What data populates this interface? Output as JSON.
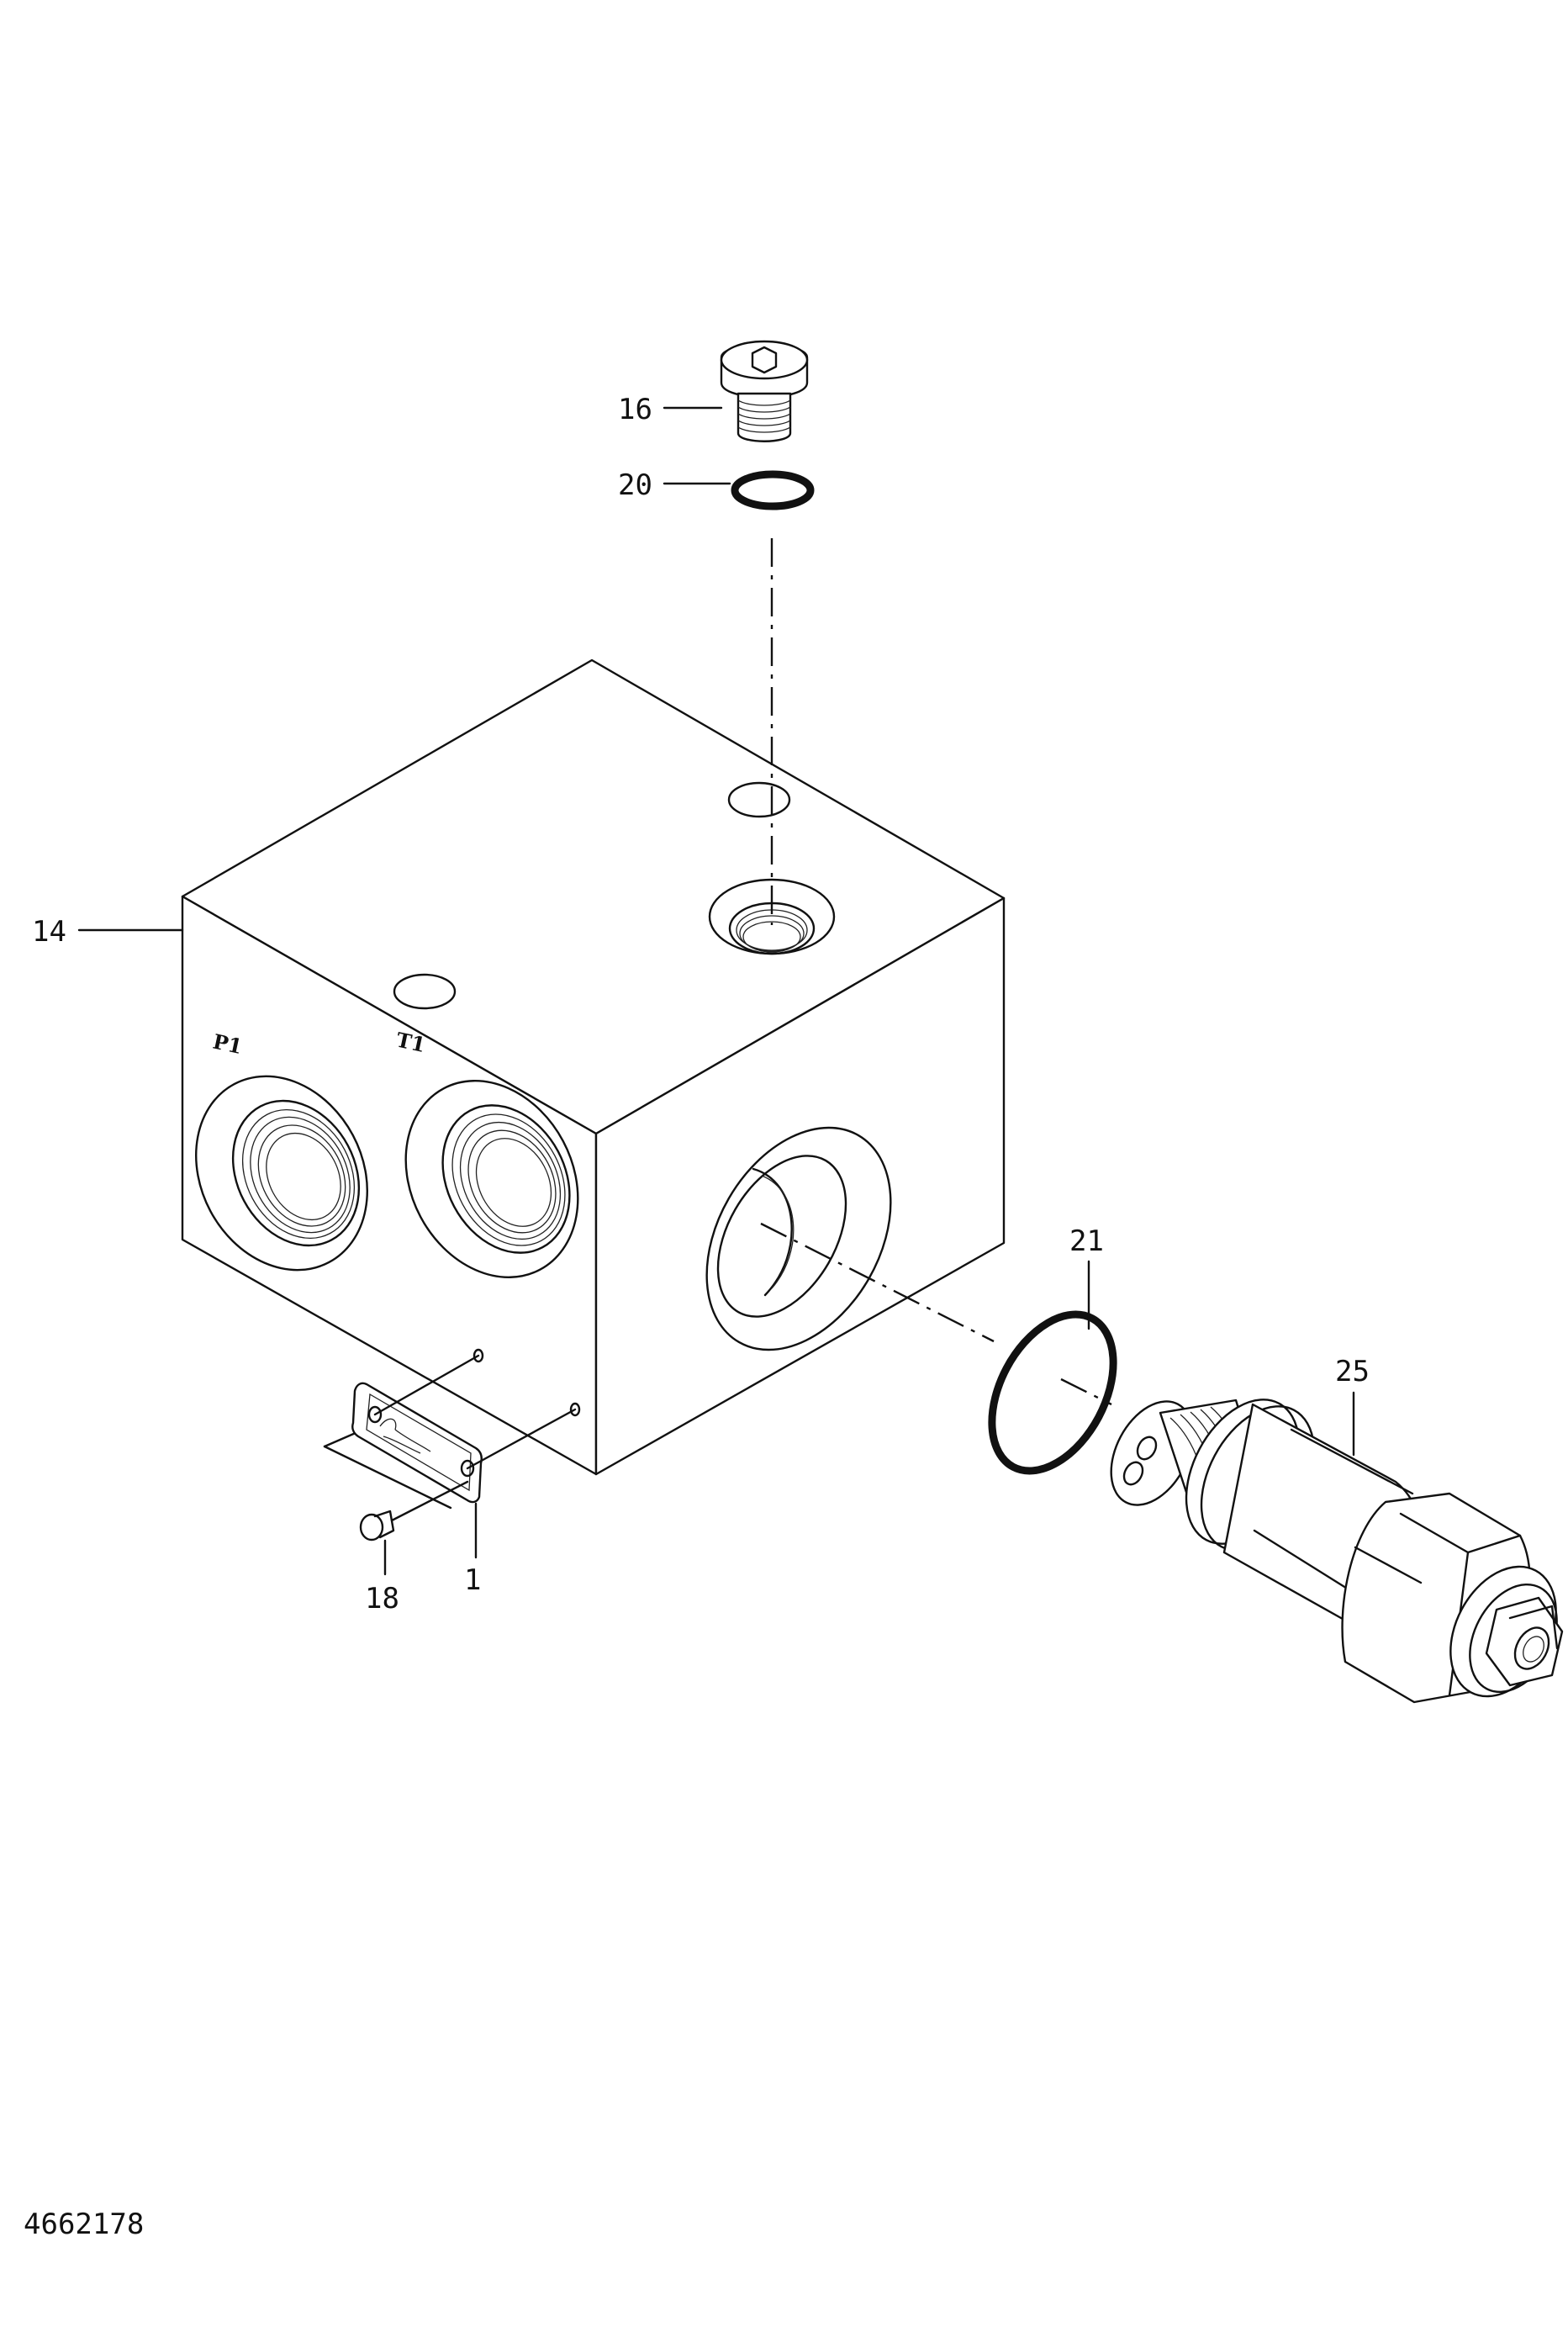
{
  "callouts": {
    "c16": "16",
    "c20": "20",
    "c14": "14",
    "c21": "21",
    "c25": "25",
    "c1": "1",
    "c18": "18"
  },
  "ports": {
    "p1": "P1",
    "t1": "T1"
  },
  "document_number": "4662178"
}
